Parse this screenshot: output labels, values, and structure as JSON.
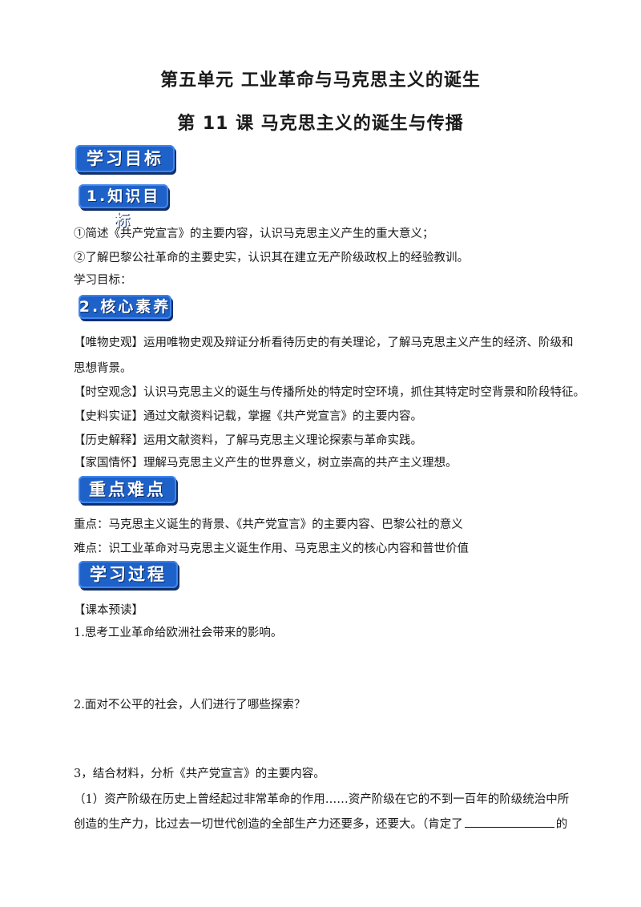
{
  "header": {
    "unit_title": "第五单元  工业革命与马克思主义的诞生",
    "lesson_title": "第  11  课  马克思主义的诞生与传播"
  },
  "sections": {
    "learning_goals": "学习目标",
    "knowledge_goals": "1.知识目标",
    "core_literacy": "2.核心素养",
    "key_points": "重点难点",
    "learning_process": "学习过程"
  },
  "knowledge": {
    "item1": "①简述《共产党宣言》的主要内容，认识马克思主义产生的重大意义；",
    "item2": "②了解巴黎公社革命的主要史实，认识其在建立无产阶级政权上的经验教训。",
    "label": "学习目标："
  },
  "literacy": {
    "line1": "【唯物史观】运用唯物史观及辩证分析看待历史的有关理论，了解马克思主义产生的经济、阶级和",
    "line1b": "思想背景。",
    "line2": "【时空观念】认识马克思主义的诞生与传播所处的特定时空环境，抓住其特定时空背景和阶段特征。",
    "line3": "【史料实证】通过文献资料记载，掌握《共产党宣言》的主要内容。",
    "line4": "【历史解释】运用文献资料，了解马克思主义理论探索与革命实践。",
    "line5": "【家国情怀】理解马克思主义产生的世界意义，树立崇高的共产主义理想。"
  },
  "keypoints": {
    "focus": "重点：马克思主义诞生的背景、《共产党宣言》的主要内容、巴黎公社的意义",
    "difficulty": "难点：识工业革命对马克思主义诞生作用、马克思主义的核心内容和普世价值"
  },
  "process": {
    "preview": "【课本预读】",
    "q1": "1.思考工业革命给欧洲社会带来的影响。",
    "q2": "2.面对不公平的社会，人们进行了哪些探索？",
    "q3": "3，结合材料，分析《共产党宣言》的主要内容。",
    "m1a": "（1）资产阶级在历史上曾经起过非常革命的作用……资产阶级在它的不到一百年的阶级统治中所",
    "m1b": "创造的生产力，比过去一切世代创造的全部生产力还要多，还要大。（肯定了",
    "m1c": "的"
  }
}
